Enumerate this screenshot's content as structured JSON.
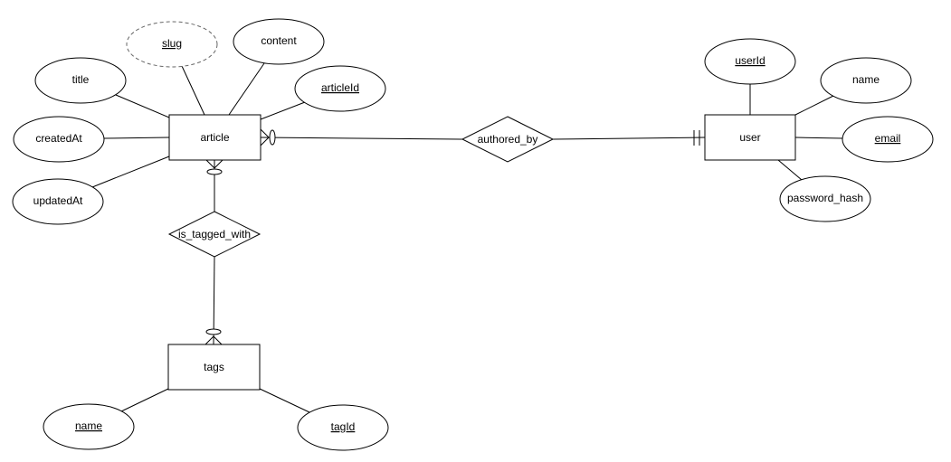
{
  "diagram": {
    "entities": {
      "article": "article",
      "user": "user",
      "tags": "tags"
    },
    "relationships": {
      "authored_by": "authored_by",
      "is_tagged_with": "is_tagged_with"
    },
    "attributes": {
      "article": {
        "slug": "slug",
        "content": "content",
        "title": "title",
        "articleId": "articleId",
        "createdAt": "createdAt",
        "updatedAt": "updatedAt"
      },
      "user": {
        "userId": "userId",
        "name": "name",
        "email": "email",
        "password_hash": "password_hash"
      },
      "tags": {
        "name": "name",
        "tagId": "tagId"
      }
    }
  }
}
